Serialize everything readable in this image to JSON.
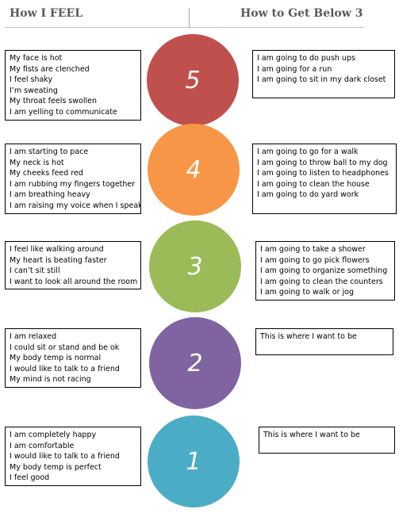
{
  "header": {
    "left_title": "How I FEEL",
    "right_title": "How to Get Below 3"
  },
  "levels": [
    {
      "number": "5",
      "color": "#c0504d",
      "feelings": [
        "My face is hot",
        "My fists are clenched",
        "I feel shaky",
        "I’m sweating",
        "My throat feels swollen",
        "I am yelling to communicate"
      ],
      "actions": [
        "I am going to do push ups",
        "I am going for a run",
        "I am going to sit in my dark closet"
      ]
    },
    {
      "number": "4",
      "color": "#f79646",
      "feelings": [
        "I am starting to pace",
        "My neck is hot",
        "My cheeks feed red",
        "I am rubbing my fingers together",
        "I am breathing heavy",
        "I am raising my voice when I speak"
      ],
      "actions": [
        "I am going to go for a walk",
        "I am going to throw ball to my dog",
        "I am going to listen to headphones",
        "I am going to clean the house",
        "I am going to do yard work"
      ]
    },
    {
      "number": "3",
      "color": "#9bbb59",
      "feelings": [
        "I feel like walking around",
        "My heart is beating faster",
        "I can’t sit still",
        "I want to look all around the room"
      ],
      "actions": [
        "I am going to take a shower",
        "I am going to go pick flowers",
        "I am going to organize something",
        "I am going to clean the counters",
        "I am going to walk or jog"
      ]
    },
    {
      "number": "2",
      "color": "#8064a2",
      "feelings": [
        "I am relaxed",
        "I could sit or stand and be ok",
        "My body temp is normal",
        "I would like to talk to a friend",
        "My mind is not racing"
      ],
      "actions": [
        "This is where I want to be"
      ]
    },
    {
      "number": "1",
      "color": "#4bacc6",
      "feelings": [
        "I am completely happy",
        "I am comfortable",
        "I would like to talk to a friend",
        "My body temp is perfect",
        "I feel good"
      ],
      "actions": [
        "This is where I want to be"
      ]
    }
  ]
}
